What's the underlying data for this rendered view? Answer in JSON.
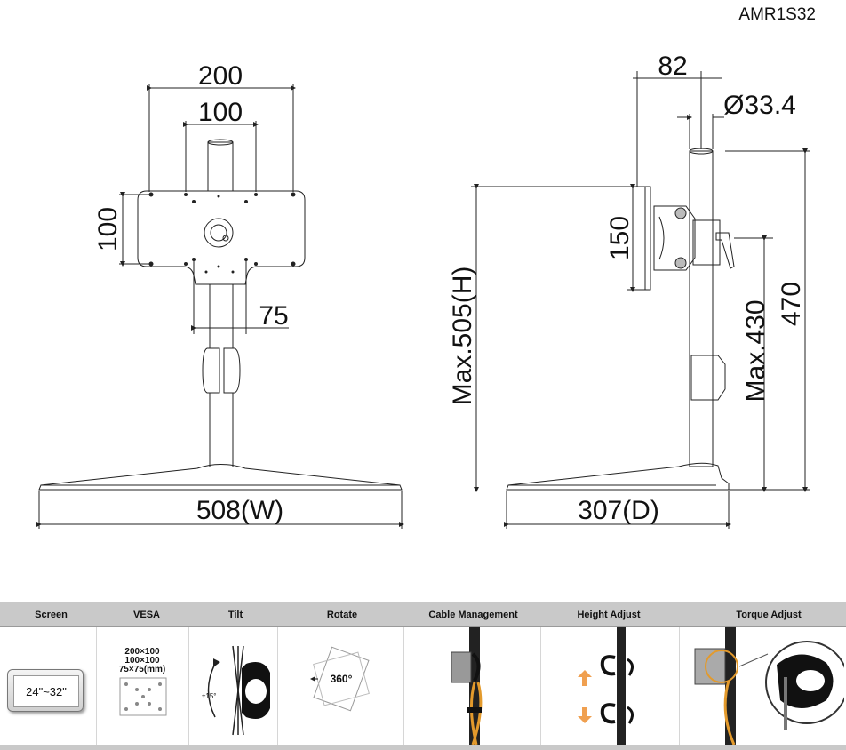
{
  "model": "AMR1S32",
  "front_view": {
    "width_200": "200",
    "width_100": "100",
    "height_100": "100",
    "pole_75": "75",
    "base_width": "508(W)"
  },
  "side_view": {
    "offset_82": "82",
    "pole_diameter": "Ø33.4",
    "plate_150": "150",
    "max_height": "Max.505(H)",
    "max_430": "Max.430",
    "pole_470": "470",
    "base_depth": "307(D)"
  },
  "features": {
    "headers": [
      "Screen",
      "VESA",
      "Tilt",
      "Rotate",
      "Cable Management",
      "Height Adjust",
      "Torque Adjust"
    ],
    "screen_size": "24\"~32\"",
    "vesa_sizes": [
      "200×100",
      "100×100",
      "75×75(mm)"
    ],
    "tilt_angle": "±15°",
    "rotate_angle": "360°"
  },
  "colors": {
    "line": "#222222",
    "header_bg": "#c9c9c9",
    "cable_orange": "#e39a2c",
    "arrow_orange": "#f0a050"
  }
}
